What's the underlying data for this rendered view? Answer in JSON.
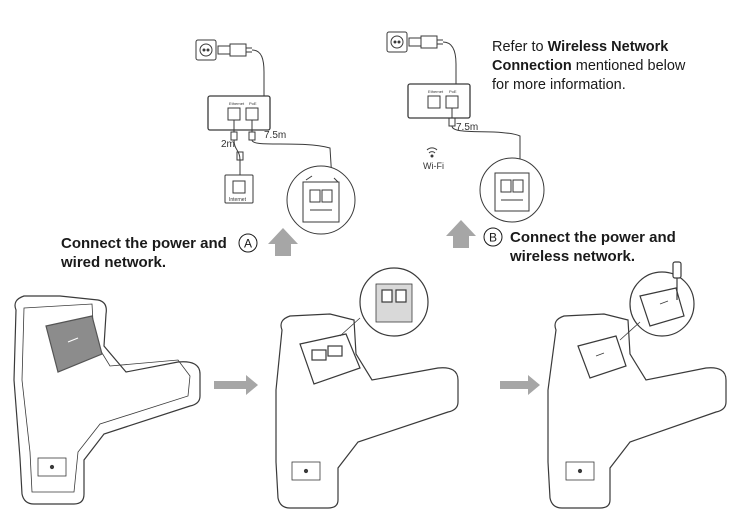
{
  "caption_a": {
    "line1": "Connect the power and",
    "line2": "wired network.",
    "marker": "A"
  },
  "caption_b": {
    "marker": "B",
    "line1": "Connect the power and",
    "line2": "wireless network."
  },
  "note": {
    "prefix": "Refer to ",
    "bold_line1": "Wireless Network",
    "bold_line2": "Connection",
    "suffix_line2": " mentioned below",
    "line3": "for more information."
  },
  "left_setup": {
    "cable_short": "2m",
    "cable_long": "7.5m",
    "wall_jack_label": "Internet",
    "port_left_label": "Ethernet",
    "port_right_label": "PoE"
  },
  "right_setup": {
    "cable_long": "7.5m",
    "wifi_label": "Wi-Fi",
    "port_left_label": "Ethernet",
    "port_right_label": "PoE"
  },
  "colors": {
    "line": "#3a3a3a",
    "arrow_gray": "#a6a6a6",
    "cover_gray": "#8c8c8c",
    "device_fill": "#ffffff"
  }
}
